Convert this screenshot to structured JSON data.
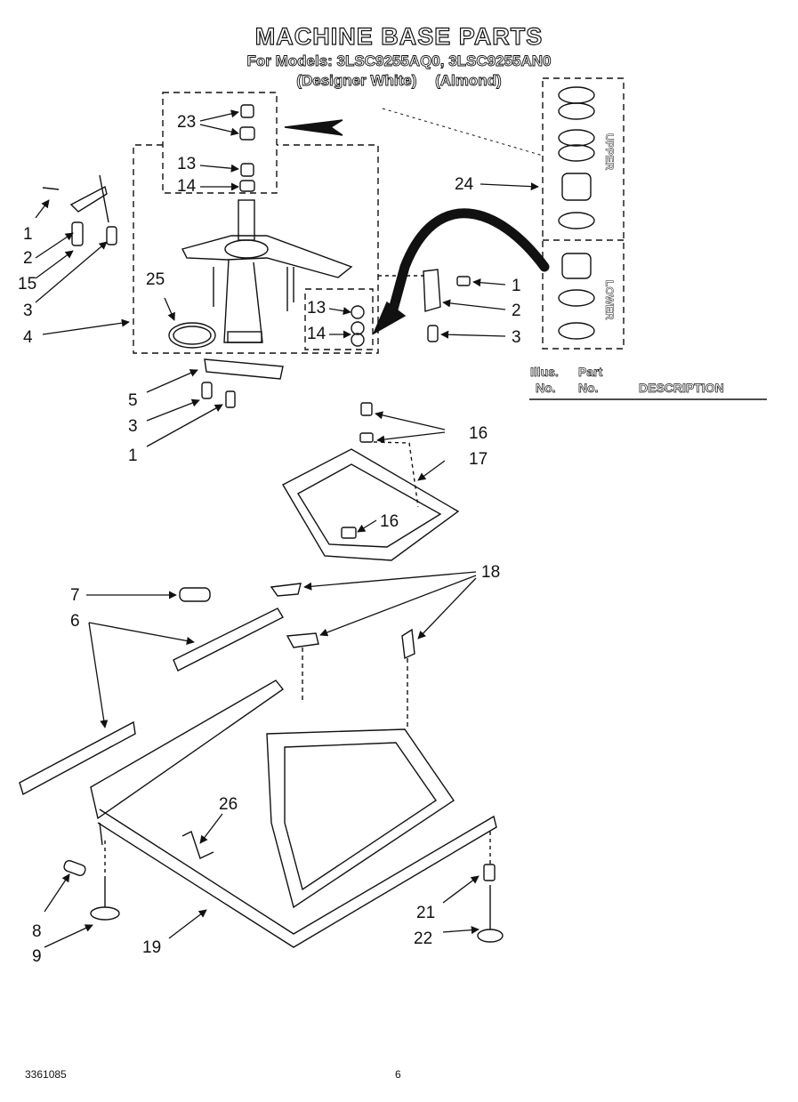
{
  "header": {
    "title": "MACHINE BASE PARTS",
    "models_line": "For Models: 3LSC9255AQ0, 3LSC9255AN0",
    "variant_1": "(Designer White)",
    "variant_2": "(Almond)"
  },
  "parts_table": {
    "col_illus_1": "Illus.",
    "col_illus_2": "No.",
    "col_part_1": "Part",
    "col_part_2": "No.",
    "col_desc": "DESCRIPTION"
  },
  "inset": {
    "upper_label": "UPPER",
    "lower_label": "LOWER"
  },
  "callouts": {
    "c23": "23",
    "c13a": "13",
    "c14a": "14",
    "c24": "24",
    "c1a": "1",
    "c2a": "2",
    "c15": "15",
    "c3a": "3",
    "c4": "4",
    "c25": "25",
    "c1b": "1",
    "c2b": "2",
    "c3b": "3",
    "c13b": "13",
    "c14b": "14",
    "c5": "5",
    "c3c": "3",
    "c1c": "1",
    "c16a": "16",
    "c16b": "16",
    "c17": "17",
    "c18": "18",
    "c7": "7",
    "c6": "6",
    "c26": "26",
    "c8": "8",
    "c9": "9",
    "c19": "19",
    "c21": "21",
    "c22": "22"
  },
  "footer": {
    "doc_number": "3361085",
    "page_number": "6"
  }
}
